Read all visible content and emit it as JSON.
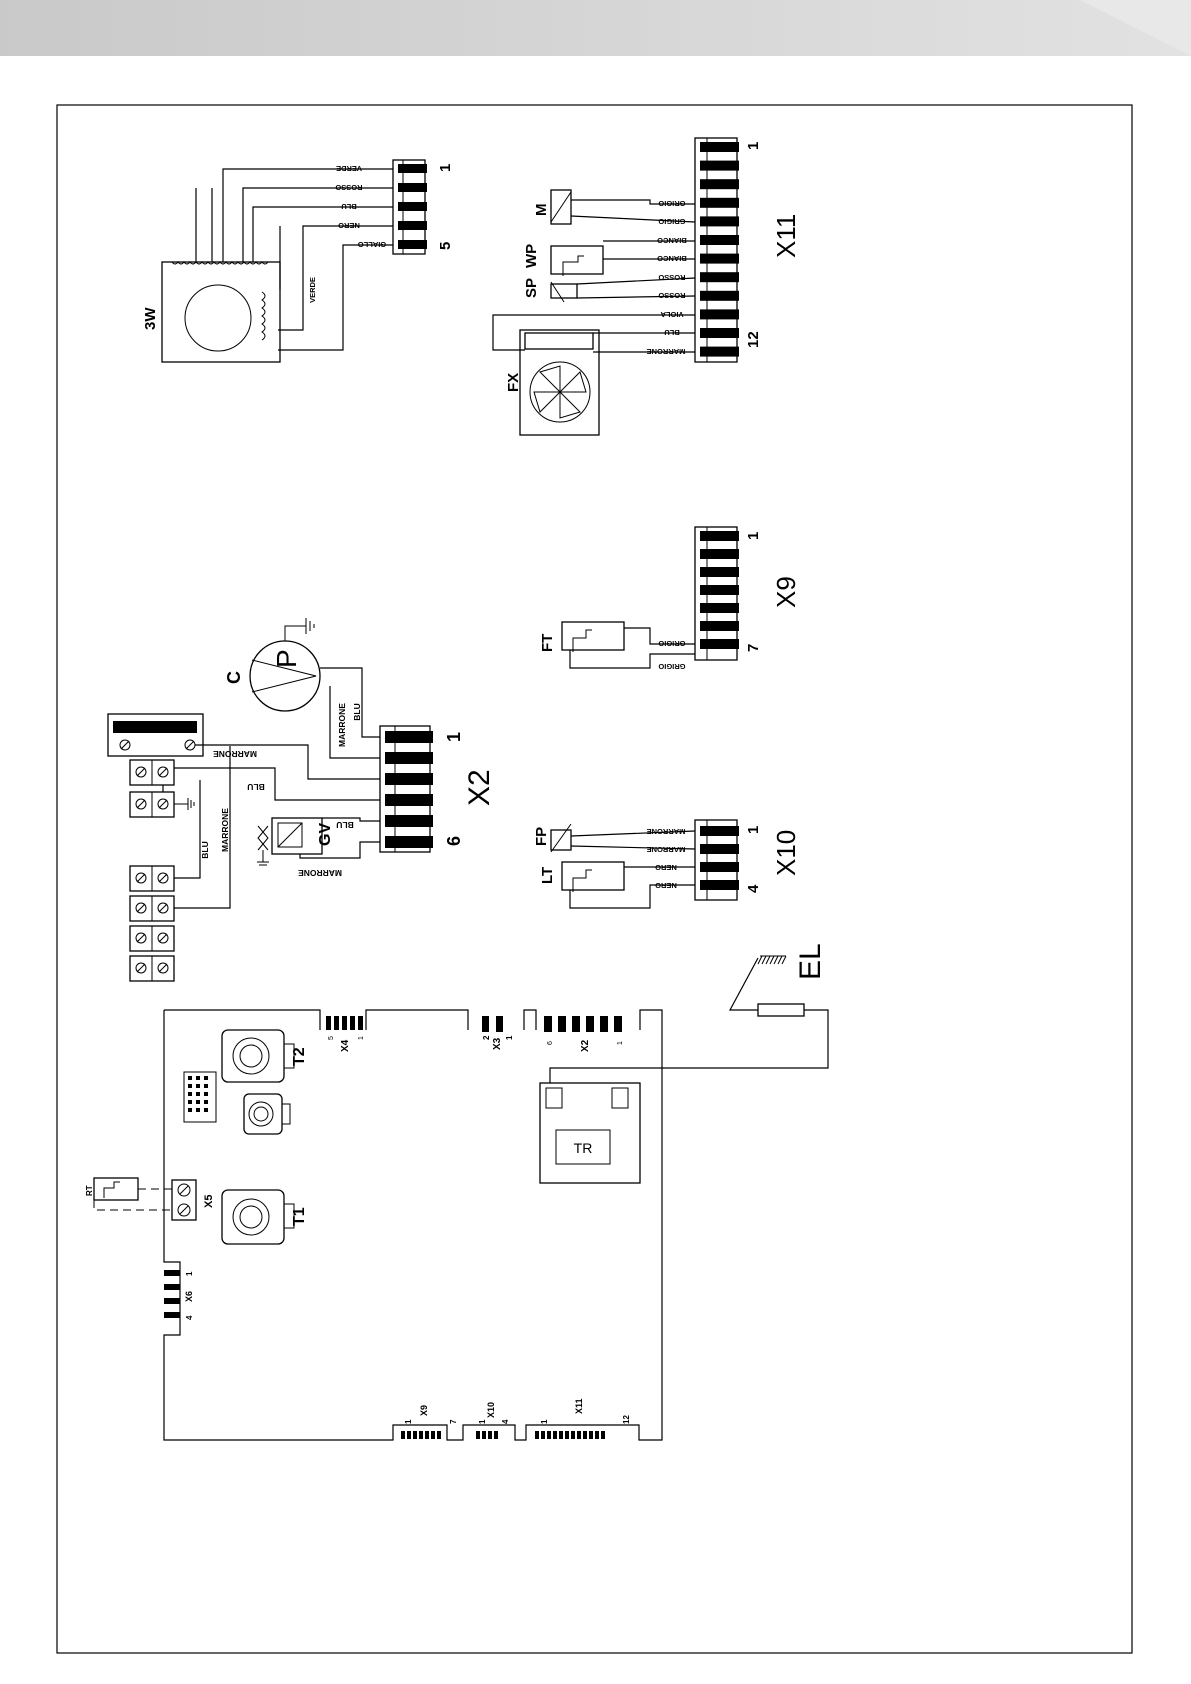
{
  "header": {
    "band_color": "#cfcfcf"
  },
  "labels": {
    "three_way_valve": "3W",
    "pump_letter": "C",
    "pump_symbol": "P",
    "gas_valve": "GV",
    "fan": "FX",
    "pressure_switch": "SP",
    "water_pressure": "WP",
    "modulator": "M",
    "flue_thermostat": "FT",
    "limit_thermostat": "LT",
    "flow_probe": "FP",
    "electrode": "EL",
    "room_thermostat": "RT",
    "transformer": "TR",
    "trimmer_1": "T1",
    "trimmer_2": "T2"
  },
  "connectors": {
    "x2": {
      "label": "X2",
      "first": "1",
      "last": "6"
    },
    "x9": {
      "label": "X9",
      "first": "1",
      "last": "7"
    },
    "x10": {
      "label": "X10",
      "first": "1",
      "last": "4"
    },
    "x11": {
      "label": "X11",
      "first": "1",
      "last": "12"
    },
    "x3w": {
      "first": "1",
      "last": "5"
    }
  },
  "wires": {
    "three_way": [
      "VERDE",
      "ROSSO",
      "BLU",
      "NERO",
      "GIALLO"
    ],
    "three_way_internal": "VERDE",
    "x11": [
      "GRIGIO",
      "GRIGIO",
      "BIANCO",
      "BIANCO",
      "ROSSO",
      "ROSSO",
      "VIOLA",
      "BLU",
      "MARRONE"
    ],
    "x9": [
      "GRIGIO",
      "GRIGIO"
    ],
    "x10": [
      "MARRONE",
      "MARRONE",
      "NERO",
      "NERO"
    ],
    "x2_marrone": "MARRONE",
    "x2_blu": "BLU",
    "x2_pump_marrone": "MARRONE",
    "x2_pump_blu": "BLU",
    "x2_gv_blu": "BLU",
    "x2_gv_marrone": "MARRONE",
    "x2_term_blu": "BLU",
    "x2_term_marrone": "MARRONE"
  },
  "board": {
    "x4": "X4",
    "x4_a": "5",
    "x4_b": "1",
    "x3": "X3",
    "x3_a": "2",
    "x3_b": "1",
    "x2": "X2",
    "x2_a": "6",
    "x2_b": "1",
    "x5": "X5",
    "x6": "X6",
    "x6_a": "4",
    "x6_b": "1",
    "x9": "X9",
    "x9_a": "1",
    "x9_b": "7",
    "x10": "X10",
    "x10_a": "1",
    "x10_b": "4",
    "x11": "X11",
    "x11_a": "1",
    "x11_b": "12"
  }
}
